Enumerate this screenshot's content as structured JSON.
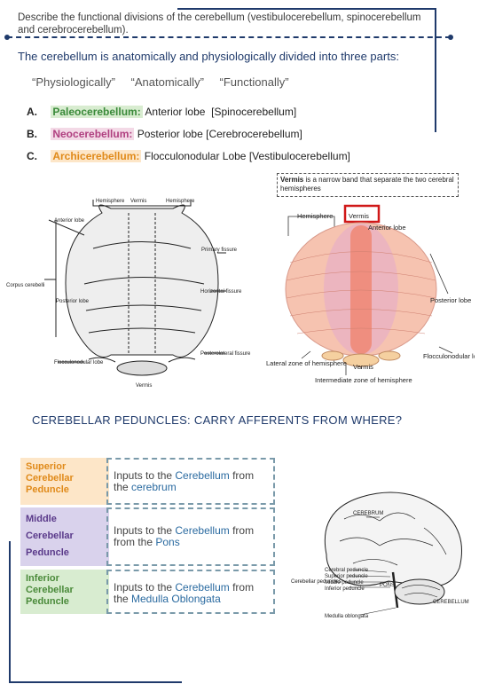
{
  "question": "Describe the functional divisions of the cerebellum (vestibulocerebellum, spinocerebellum and cerebrocerebellum).",
  "intro": "The cerebellum is anatomically and physiologically divided into three parts:",
  "types": [
    "“Physiologically”",
    "“Anatomically”",
    "“Functionally”"
  ],
  "divisions": [
    {
      "key": "A.",
      "name": "Paleocerebellum:",
      "lobe": "Anterior lobe",
      "func": "[Spinocerebellum]"
    },
    {
      "key": "B.",
      "name": "Neocerebellum:",
      "lobe": "Posterior lobe",
      "func": "[Cerebrocerebellum]"
    },
    {
      "key": "C.",
      "name": "Archicerebellum:",
      "lobe": "Flocculonodular Lobe",
      "func": "[Vestibulocerebellum]"
    }
  ],
  "vermis_note": {
    "bold": "Vermis",
    "text": " is a narrow band that separate the two cerebral hemispheres"
  },
  "left_diagram": {
    "labels": [
      "Hemisphere",
      "Vermis",
      "Hemisphere",
      "Anterior lobe",
      "Primary fissure",
      "Corpus cerebelli",
      "Posterior lobe",
      "Horizontal fissure",
      "Posterolateral fissure",
      "Flocculonodular lobe",
      "Vermis"
    ]
  },
  "right_diagram": {
    "labels": [
      "Hemisphere",
      "Vermis",
      "Anterior lobe",
      "Posterior lobe",
      "Flocculonodular lobe",
      "Lateral zone of hemisphere",
      "Vermis",
      "Intermediate zone of hemisphere"
    ]
  },
  "peduncle_heading": "CEREBELLAR PEDUNCLES: CARRY AFFERENTS FROM WHERE?",
  "peduncles": [
    {
      "name": "Superior Cerebellar Peduncle",
      "pre": "Inputs to the ",
      "target": "Cerebellum",
      "mid": " from the ",
      "source": "cerebrum"
    },
    {
      "name": "Middle Cerebellar Peduncle",
      "pre": "Inputs to the ",
      "target": "Cerebellum",
      "mid": " from from the ",
      "source": "Pons"
    },
    {
      "name": "Inferior Cerebellar Peduncle",
      "pre": "Inputs to the ",
      "target": "Cerebellum",
      "mid": " from the ",
      "source": "Medulla Oblongata"
    }
  ],
  "brain_diagram": {
    "labels": [
      "CEREBRUM",
      "Cerebral peduncle",
      "Superior peduncle",
      "Middle peduncle",
      "Inferior peduncle",
      "Cerebellar peduncles",
      "PONS",
      "CEREBELLUM",
      "Medulla oblongata"
    ]
  },
  "colors": {
    "frame": "#1f3a6b",
    "green": "#3a8a3a",
    "pink": "#b04080",
    "orange": "#e08a1a",
    "blue": "#2a6aa0",
    "cerebellum": "#f6c3b0"
  }
}
